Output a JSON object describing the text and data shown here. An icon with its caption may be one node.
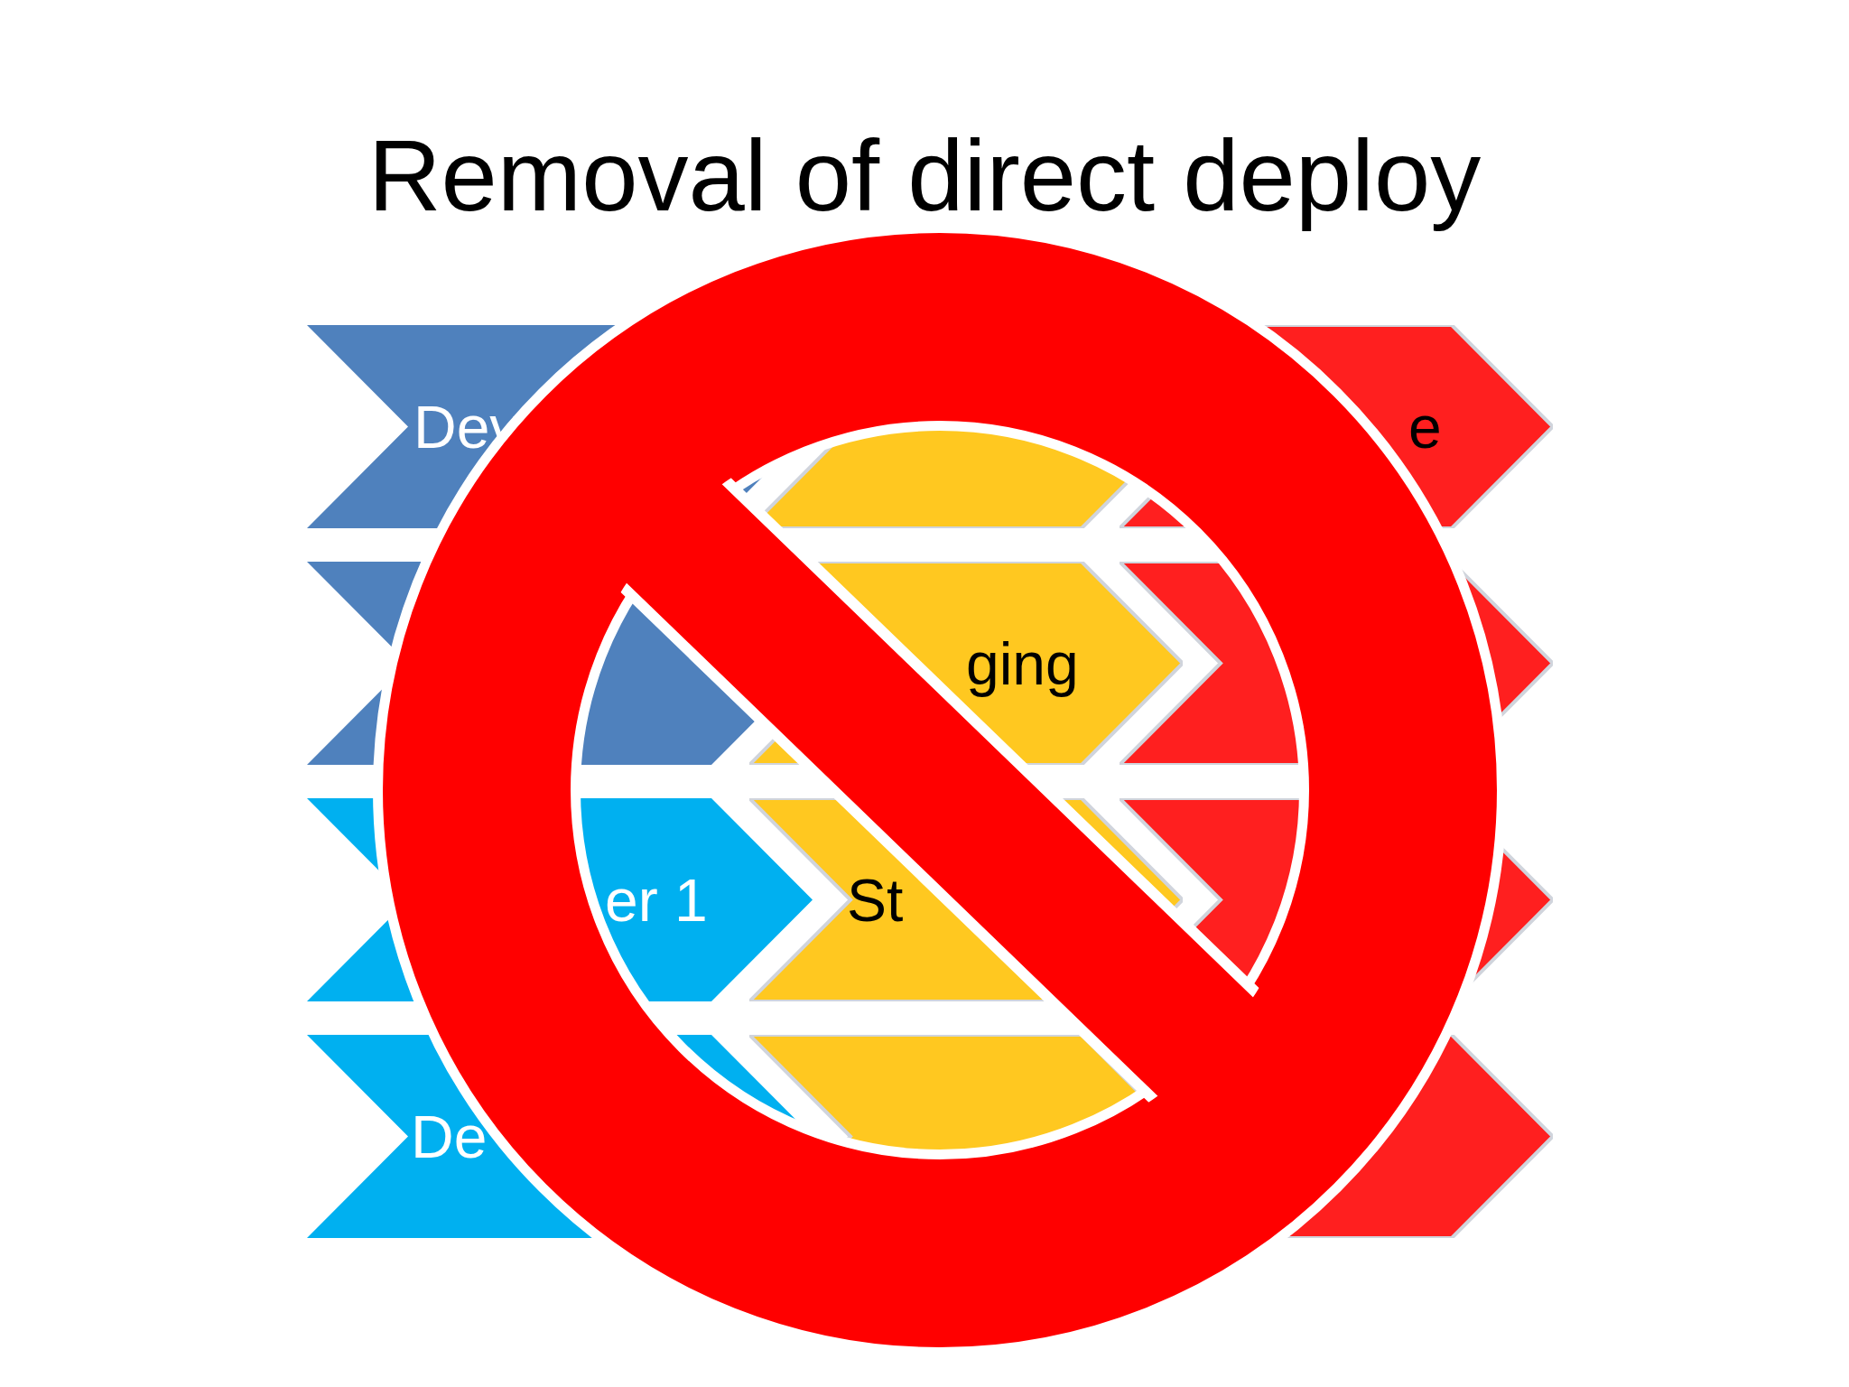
{
  "diagram": {
    "title": "Removal of direct deploy",
    "nodes": [
      {
        "text": [
          "Dev"
        ]
      },
      {
        "text": [],
        "shape": "chevron"
      },
      {
        "text": [
          "e"
        ]
      },
      {
        "text": [],
        "shape": "chevron"
      },
      {
        "text": [
          "ging"
        ]
      },
      {
        "text": [],
        "shape": "chevron"
      },
      {
        "text": [
          "er 1"
        ]
      },
      {
        "text": [
          "St"
        ]
      },
      {
        "text": [],
        "shape": "chevron"
      },
      {
        "text": [
          "De"
        ]
      },
      {
        "text": [],
        "shape": "chevron"
      },
      {
        "text": [],
        "shape": "chevron"
      }
    ]
  }
}
